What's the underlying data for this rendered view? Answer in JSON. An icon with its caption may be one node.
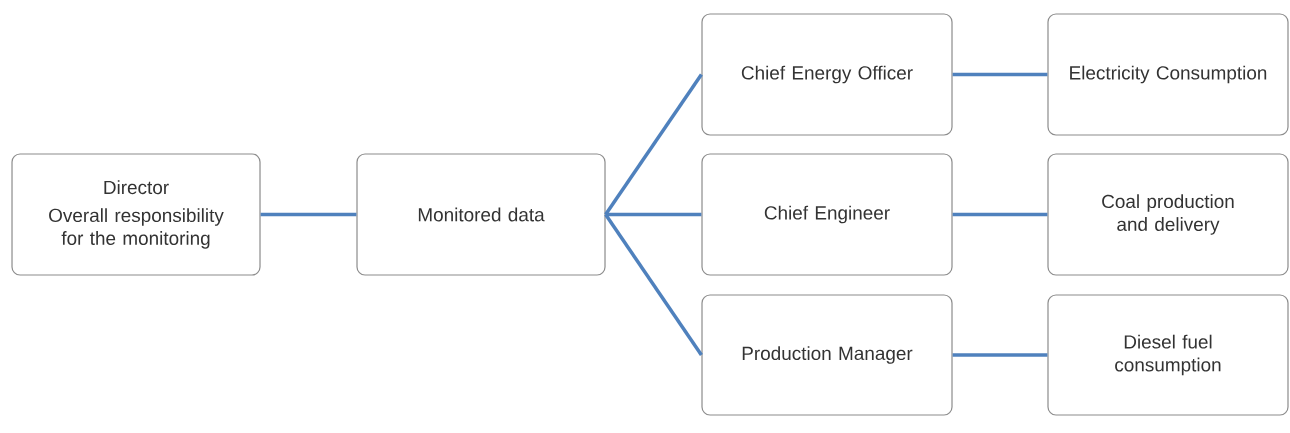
{
  "diagram": {
    "nodes": [
      {
        "text": [
          "Director",
          "Overall responsibility for the monitoring"
        ]
      },
      {
        "text": [
          "Monitored data"
        ]
      },
      {
        "text": [
          "Chief Energy Officer"
        ]
      },
      {
        "text": [
          "Chief Engineer"
        ]
      },
      {
        "text": [
          "Production Manager"
        ]
      },
      {
        "text": [
          "Electricity Consumption"
        ]
      },
      {
        "text": [
          "Coal production and delivery"
        ]
      },
      {
        "text": [
          "Diesel fuel consumption"
        ]
      }
    ],
    "edges": [
      {
        "from": 0,
        "to": 1,
        "arrow": "none"
      },
      {
        "from": 1,
        "to": 2,
        "arrow": "none"
      },
      {
        "from": 1,
        "to": 3,
        "arrow": "none"
      },
      {
        "from": 1,
        "to": 4,
        "arrow": "none"
      },
      {
        "from": 2,
        "to": 5,
        "arrow": "none"
      },
      {
        "from": 3,
        "to": 6,
        "arrow": "none"
      },
      {
        "from": 4,
        "to": 7,
        "arrow": "none"
      }
    ]
  }
}
